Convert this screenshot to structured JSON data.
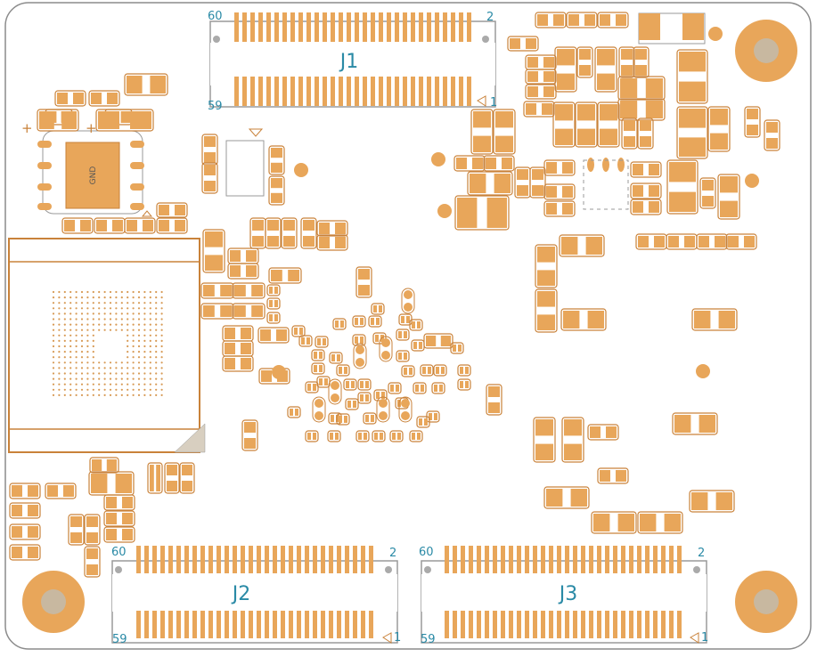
{
  "board": {
    "outline_color": "#8c8c8c",
    "pad_color": "#e8a65a",
    "pad_outline": "#c9823a",
    "label_color": "#2a8aa6",
    "silk_color": "#9a9a9a"
  },
  "connectors": {
    "j1": {
      "name": "J1",
      "pin_first_top": "60",
      "pin_last_top": "2",
      "pin_first_bottom": "59",
      "pin_last_bottom": "1"
    },
    "j2": {
      "name": "J2",
      "pin_first_top": "60",
      "pin_last_top": "2",
      "pin_first_bottom": "59",
      "pin_last_bottom": "1"
    },
    "j3": {
      "name": "J3",
      "pin_first_top": "60",
      "pin_last_top": "2",
      "pin_first_bottom": "59",
      "pin_last_bottom": "1"
    }
  },
  "chip_label": "GND",
  "polarity_marks": [
    "+",
    "+"
  ]
}
